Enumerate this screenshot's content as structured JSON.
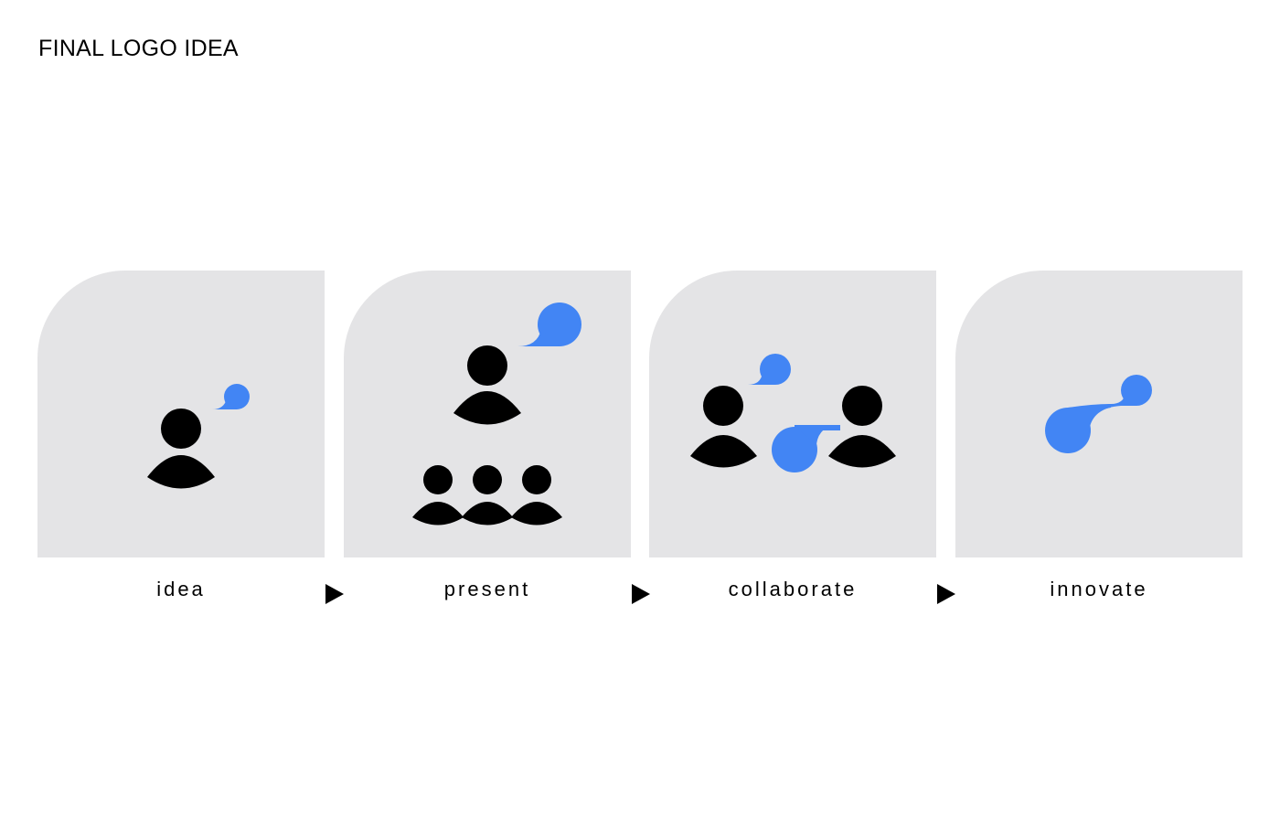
{
  "title": "FINAL LOGO IDEA",
  "colors": {
    "card_background": "#e4e4e6",
    "person": "#000000",
    "bubble": "#4285f4"
  },
  "steps": [
    {
      "label": "idea",
      "icon": "person-with-small-speech-bubble-icon"
    },
    {
      "label": "present",
      "icon": "presenter-to-audience-icon"
    },
    {
      "label": "collaborate",
      "icon": "two-people-exchanging-bubbles-icon"
    },
    {
      "label": "innovate",
      "icon": "two-joined-speech-bubbles-logo-icon"
    }
  ],
  "arrow_icon": "play-arrow-icon"
}
